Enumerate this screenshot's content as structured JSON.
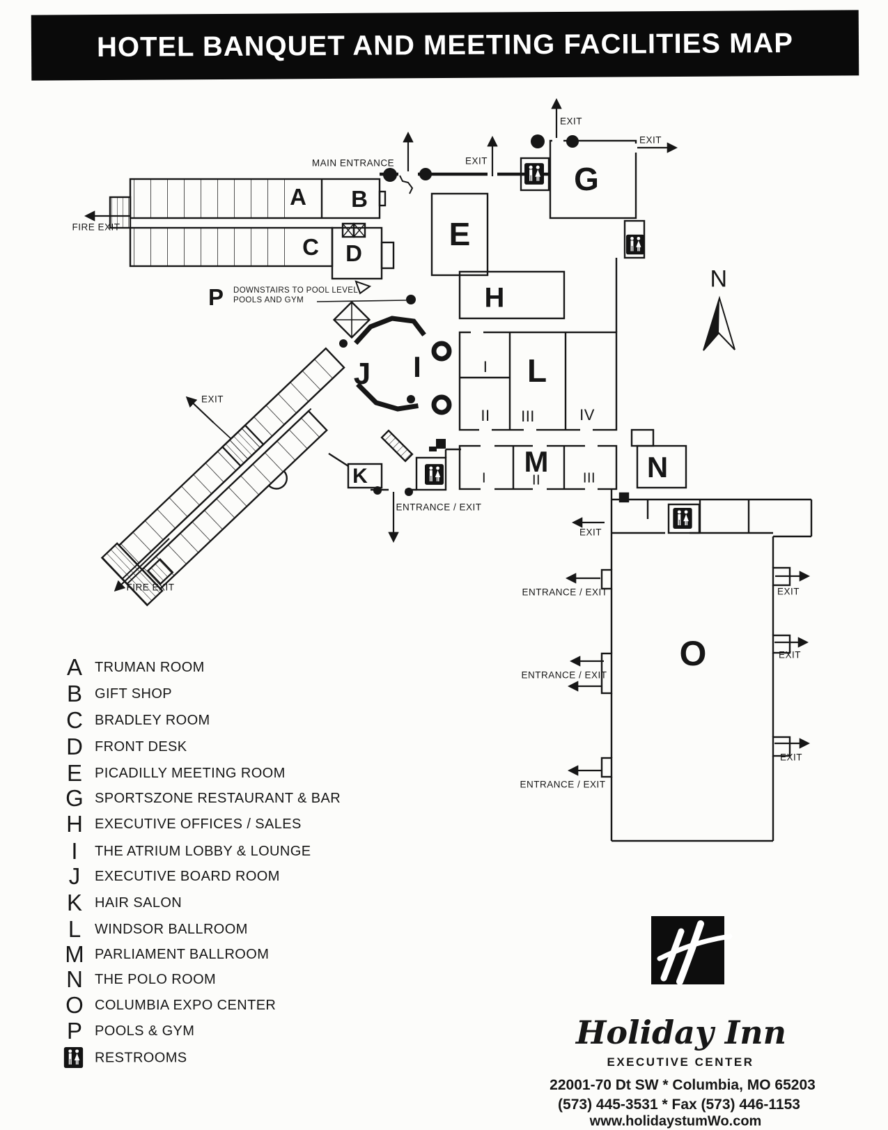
{
  "title": "HOTEL BANQUET AND MEETING FACILITIES MAP",
  "map": {
    "compass_label": "N",
    "labels": {
      "fire_exit": "FIRE EXIT",
      "main_entrance": "MAIN ENTRANCE",
      "exit": "EXIT",
      "entrance_exit": "ENTRANCE / EXIT",
      "p_marker": "P",
      "p_note_line1": "DOWNSTAIRS TO POOL LEVEL",
      "p_note_line2": "POOLS AND GYM"
    },
    "rooms": {
      "a": "A",
      "b": "B",
      "c": "C",
      "d": "D",
      "e": "E",
      "g": "G",
      "h": "H",
      "i": "I",
      "j": "J",
      "k": "K",
      "l": "L",
      "m": "M",
      "n": "N",
      "o": "O"
    },
    "l_sections": [
      "I",
      "II",
      "III",
      "IV"
    ],
    "m_sections": [
      "I",
      "II",
      "III"
    ]
  },
  "legend": {
    "items": [
      {
        "letter": "A",
        "label": "TRUMAN ROOM"
      },
      {
        "letter": "B",
        "label": "GIFT SHOP"
      },
      {
        "letter": "C",
        "label": "BRADLEY ROOM"
      },
      {
        "letter": "D",
        "label": "FRONT DESK"
      },
      {
        "letter": "E",
        "label": "PICADILLY MEETING ROOM"
      },
      {
        "letter": "G",
        "label": "SPORTSZONE RESTAURANT & BAR"
      },
      {
        "letter": "H",
        "label": "EXECUTIVE OFFICES / SALES"
      },
      {
        "letter": "I",
        "label": "THE ATRIUM LOBBY & LOUNGE"
      },
      {
        "letter": "J",
        "label": "EXECUTIVE BOARD ROOM"
      },
      {
        "letter": "K",
        "label": "HAIR SALON"
      },
      {
        "letter": "L",
        "label": "WINDSOR BALLROOM"
      },
      {
        "letter": "M",
        "label": "PARLIAMENT BALLROOM"
      },
      {
        "letter": "N",
        "label": "THE POLO ROOM"
      },
      {
        "letter": "O",
        "label": "COLUMBIA EXPO CENTER"
      },
      {
        "letter": "P",
        "label": "POOLS & GYM"
      }
    ],
    "restrooms_label": "RESTROOMS"
  },
  "footer": {
    "brand": "Holiday Inn",
    "brand_sub": "EXECUTIVE CENTER",
    "address": "22001-70 Dt SW * Columbia, MO 65203",
    "phone": "(573) 445-3531 * Fax (573) 446-1153",
    "website": "www.holidaystumWo.com"
  },
  "colors": {
    "ink": "#161616",
    "banner_bg": "#0a0a0a",
    "banner_text": "#ffffff",
    "paper": "#fcfcfa"
  }
}
